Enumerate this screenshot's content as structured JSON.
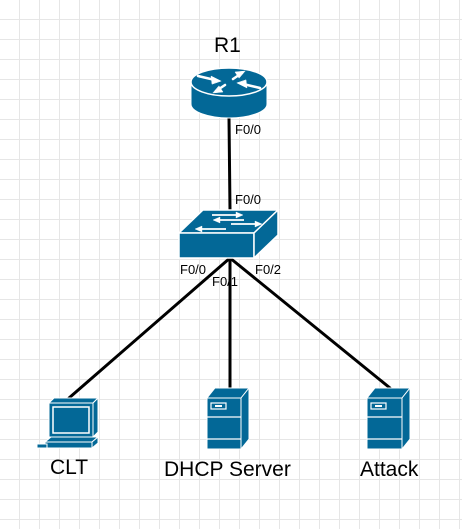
{
  "nodes": {
    "router": {
      "label": "R1",
      "icon": "router-icon"
    },
    "switch": {
      "icon": "switch-icon"
    },
    "client": {
      "label": "CLT",
      "icon": "laptop-icon"
    },
    "dhcp": {
      "label": "DHCP Server",
      "icon": "server-icon"
    },
    "attack": {
      "label": "Attack",
      "icon": "server-icon"
    }
  },
  "ports": {
    "router_f00": "F0/0",
    "switch_up_f00": "F0/0",
    "switch_f00": "F0/0",
    "switch_f01": "F0/1",
    "switch_f02": "F0/2"
  },
  "colors": {
    "device_fill": "#036897",
    "device_stroke": "#ffffff",
    "link": "#000000",
    "grid": "#e6e6e6"
  }
}
